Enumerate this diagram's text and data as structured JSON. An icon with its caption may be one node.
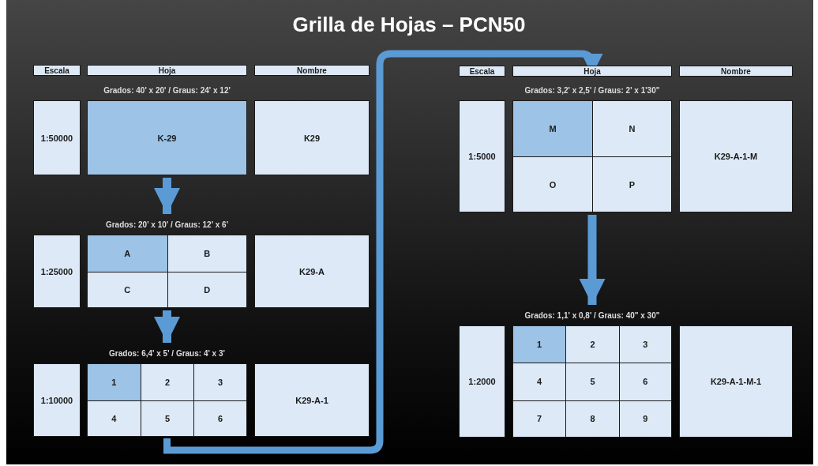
{
  "diagram": {
    "title": "Grilla de Hojas – PCN50",
    "nodes": [
      {
        "text": [
          "Escala"
        ]
      },
      {
        "text": [
          "Hoja"
        ]
      },
      {
        "text": [
          "Nombre"
        ]
      },
      {
        "text": [
          "Escala"
        ]
      },
      {
        "text": [
          "Hoja"
        ]
      },
      {
        "text": [
          "Nombre"
        ]
      },
      {
        "text": [
          "1:50000"
        ]
      },
      {
        "text": [
          "Grados: 40' x 20' / Graus: 24' x 12'"
        ]
      },
      {
        "text": [
          "K-29"
        ],
        "in": 7
      },
      {
        "text": [
          "K29"
        ]
      },
      {
        "text": [
          "1:25000"
        ]
      },
      {
        "text": [
          "Grados: 20' x 10' / Graus: 12' x 6'"
        ]
      },
      {
        "text": [
          "A"
        ],
        "in": 11
      },
      {
        "text": [
          "B"
        ],
        "in": 11
      },
      {
        "text": [
          "C"
        ],
        "in": 11
      },
      {
        "text": [
          "D"
        ],
        "in": 11
      },
      {
        "text": [
          "K29-A"
        ]
      },
      {
        "text": [
          "1:10000"
        ]
      },
      {
        "text": [
          "Grados: 6,4' x 5' / Graus: 4' x 3'"
        ]
      },
      {
        "text": [
          "1"
        ],
        "in": 18
      },
      {
        "text": [
          "2"
        ],
        "in": 18
      },
      {
        "text": [
          "3"
        ],
        "in": 18
      },
      {
        "text": [
          "4"
        ],
        "in": 18
      },
      {
        "text": [
          "5"
        ],
        "in": 18
      },
      {
        "text": [
          "6"
        ],
        "in": 18
      },
      {
        "text": [
          "K29-A-1"
        ]
      },
      {
        "text": [
          "1:5000"
        ]
      },
      {
        "text": [
          "Grados: 3,2' x 2,5' / Graus: 2' x 1'30\""
        ]
      },
      {
        "text": [
          "M"
        ],
        "in": 27
      },
      {
        "text": [
          "N"
        ],
        "in": 27
      },
      {
        "text": [
          "O"
        ],
        "in": 27
      },
      {
        "text": [
          "P"
        ],
        "in": 27
      },
      {
        "text": [
          "K29-A-1-M"
        ]
      },
      {
        "text": [
          "1:2000"
        ]
      },
      {
        "text": [
          "Grados: 1,1' x 0,8' / Graus: 40\" x 30\""
        ]
      },
      {
        "text": [
          "1"
        ],
        "in": 34
      },
      {
        "text": [
          "2"
        ],
        "in": 34
      },
      {
        "text": [
          "3"
        ],
        "in": 34
      },
      {
        "text": [
          "4"
        ],
        "in": 34
      },
      {
        "text": [
          "5"
        ],
        "in": 34
      },
      {
        "text": [
          "6"
        ],
        "in": 34
      },
      {
        "text": [
          "7"
        ],
        "in": 34
      },
      {
        "text": [
          "8"
        ],
        "in": 34
      },
      {
        "text": [
          "9"
        ],
        "in": 34
      },
      {
        "text": [
          "K29-A-1-M-1"
        ]
      }
    ],
    "edges": [
      {
        "from": 7,
        "to": 11,
        "arrow": "to"
      },
      {
        "from": 11,
        "to": 18,
        "arrow": "to"
      },
      {
        "from": 18,
        "to": 27,
        "arrow": "to"
      },
      {
        "from": 27,
        "to": 34,
        "arrow": "to"
      }
    ]
  }
}
